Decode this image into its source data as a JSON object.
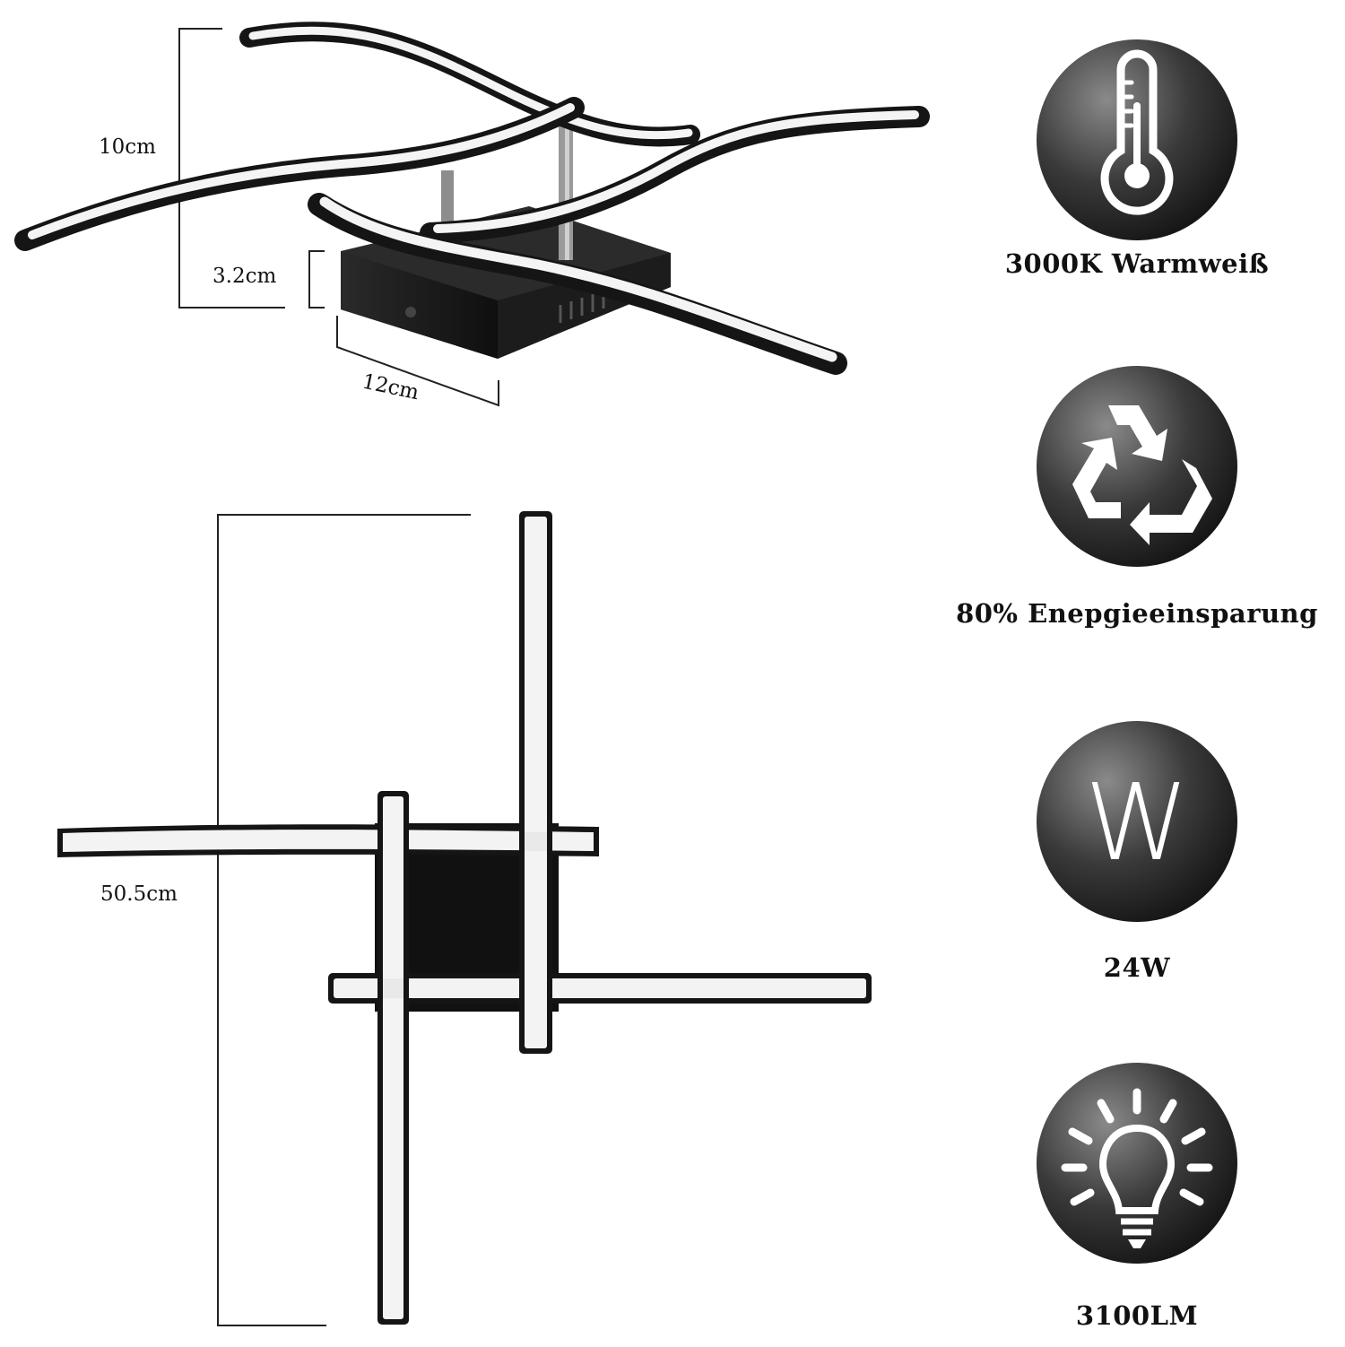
{
  "dimensions": {
    "height_total": "10cm",
    "base_height": "3.2cm",
    "base_width": "12cm",
    "span": "50.5cm"
  },
  "features": [
    {
      "icon": "thermometer-icon",
      "label": "3000K Warmweiß"
    },
    {
      "icon": "recycle-icon",
      "label": "80% Enepgieeinsparung"
    },
    {
      "icon": "w-letter-icon",
      "glyph": "W",
      "label": "24W"
    },
    {
      "icon": "light-bulb-icon",
      "label": "3100LM"
    }
  ],
  "colors": {
    "badge_dark": "#1c1c1c",
    "badge_light": "#7a7a7a",
    "lamp_frame": "#1a1a1a",
    "led_strip": "#f6f6f6"
  }
}
